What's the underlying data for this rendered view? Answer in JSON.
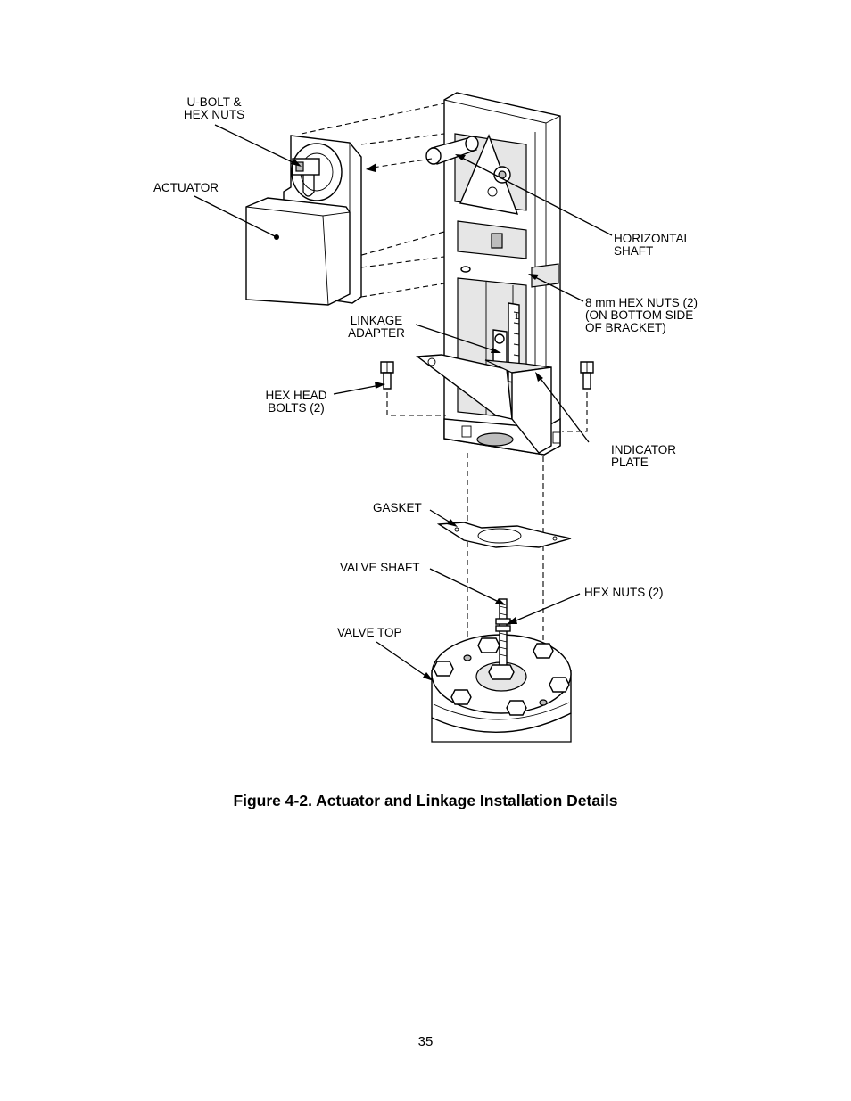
{
  "labels": {
    "ubolt": "U-BOLT &\nHEX NUTS",
    "actuator": "ACTUATOR",
    "horizontal_shaft": "HORIZONTAL\nSHAFT",
    "hex_nuts_8mm": "8 mm HEX NUTS (2)\n(ON BOTTOM SIDE\nOF BRACKET)",
    "linkage_adapter": "LINKAGE\nADAPTER",
    "hex_head_bolts": "HEX HEAD\nBOLTS (2)",
    "indicator_plate": "INDICATOR\nPLATE",
    "gasket": "GASKET",
    "valve_shaft": "VALVE SHAFT",
    "hex_nuts_2": "HEX NUTS (2)",
    "valve_top": "VALVE TOP"
  },
  "caption": "Figure 4-2.  Actuator and Linkage Installation Details",
  "page_number": "35"
}
